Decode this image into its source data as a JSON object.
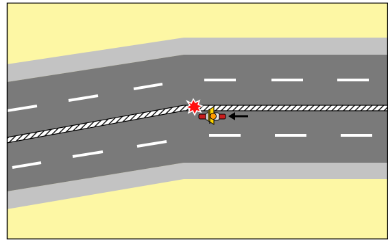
{
  "scene": {
    "type": "traffic accident diagram",
    "colors": {
      "ground": "#fdf7a4",
      "shoulder": "#c3c3c3",
      "asphalt": "#7a7a7a",
      "lane_marking": "#ffffff",
      "median_stripe": "#1a1a1a",
      "collision_star": "#ff1010",
      "motorcycle": "#c81e1e",
      "arrow": "#000000",
      "frame": "#000000"
    },
    "elements": {
      "median": "hatched-median-barrier",
      "impact": "collision-point",
      "vehicle": "motorcycle",
      "direction": "arrow-left"
    }
  }
}
